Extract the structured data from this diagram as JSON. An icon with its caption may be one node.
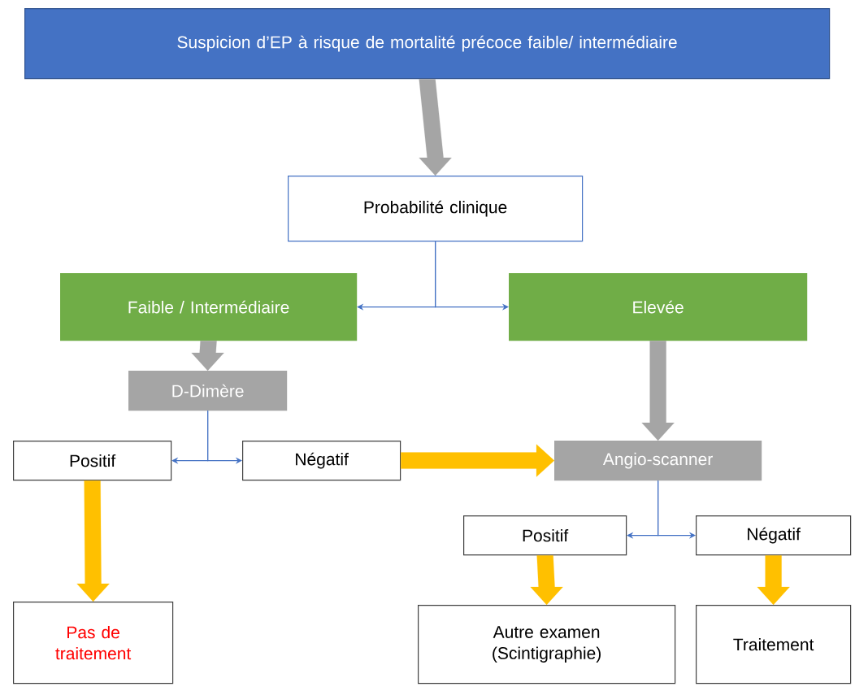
{
  "diagram": {
    "nodes": [
      {
        "text": [
          "Suspicion d’EP à risque de mortalité précoce faible/ intermédiaire"
        ]
      },
      {
        "text": [
          "Probabilité clinique"
        ]
      },
      {
        "text": [
          "Faible / Intermédiaire"
        ]
      },
      {
        "text": [
          "Elevée"
        ]
      },
      {
        "text": [
          "D-Dimère"
        ]
      },
      {
        "text": [
          "Positif"
        ]
      },
      {
        "text": [
          "Négatif"
        ]
      },
      {
        "text": [
          "Angio-scanner"
        ]
      },
      {
        "text": [
          "Positif"
        ]
      },
      {
        "text": [
          "Négatif"
        ]
      },
      {
        "text": [
          "Pas de traitement"
        ]
      },
      {
        "text": [
          "Autre examen (Scintigraphie)"
        ]
      },
      {
        "text": [
          "Traitement"
        ]
      }
    ],
    "edges": [
      {
        "from": 0,
        "to": 1,
        "arrow": "to",
        "style": "thick",
        "color": "#a5a5a5"
      },
      {
        "from": 1,
        "to": 2,
        "arrow": "to"
      },
      {
        "from": 1,
        "to": 3,
        "arrow": "to"
      },
      {
        "from": 2,
        "to": 4,
        "arrow": "to",
        "style": "thick",
        "color": "#a5a5a5"
      },
      {
        "from": 3,
        "to": 7,
        "arrow": "to",
        "style": "thick",
        "color": "#a5a5a5"
      },
      {
        "from": 4,
        "to": 5,
        "arrow": "to"
      },
      {
        "from": 4,
        "to": 6,
        "arrow": "to"
      },
      {
        "from": 6,
        "to": 7,
        "arrow": "to",
        "style": "thick",
        "color": "#ffc000"
      },
      {
        "from": 5,
        "to": 10,
        "arrow": "to",
        "style": "thick",
        "color": "#ffc000"
      },
      {
        "from": 7,
        "to": 8,
        "arrow": "to"
      },
      {
        "from": 7,
        "to": 9,
        "arrow": "to"
      },
      {
        "from": 8,
        "to": 11,
        "arrow": "to",
        "style": "thick",
        "color": "#ffc000"
      },
      {
        "from": 9,
        "to": 12,
        "arrow": "to",
        "style": "thick",
        "color": "#ffc000"
      }
    ]
  }
}
